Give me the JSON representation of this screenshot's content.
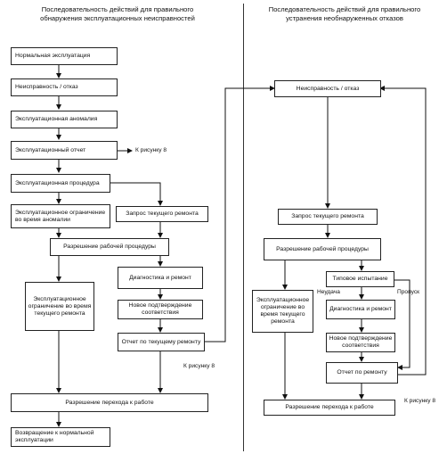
{
  "left": {
    "header": "Последовательность действий для правильного обнаружения эксплуатационных неисправностей",
    "boxes": {
      "normal": "Нормальная эксплуатация",
      "fault": "Неисправность / отказ",
      "anomaly": "Эксплуатационная аномалия",
      "report": "Эксплуатационный отчет",
      "procedure": "Эксплуатационная процедура",
      "restriction": "Эксплуатационное ограничение во время аномалии",
      "repair_request": "Запрос текущего ремонта",
      "permit_procedure": "Разрешение рабочей процедуры",
      "restriction_repair": "Эксплуатационное ограничение во время текущего ремонта",
      "diagnostics": "Диагностика и ремонт",
      "reconfirm": "Новое подтверждение соответствия",
      "repair_report": "Отчет по текущему ремонту",
      "permit_transition": "Разрешение перехода к работе",
      "return_normal": "Возвращение к нормальной эксплуатации"
    },
    "to_figure_8_a": "К рисунку 8",
    "to_figure_8_b": "К рисунку 8"
  },
  "right": {
    "header": "Последовательность действий для правильного устранения необнаруженных отказов",
    "boxes": {
      "fault": "Неисправность / отказ",
      "repair_request": "Запрос текущего ремонта",
      "permit_procedure": "Разрешение рабочей процедуры",
      "type_test": "Типовое испытание",
      "restriction_repair": "Эксплуатационное ограничение во время текущего ремонта",
      "diagnostics": "Диагностика и ремонт",
      "reconfirm": "Новое подтверждение соответствия",
      "repair_report": "Отчет по ремонту",
      "permit_transition": "Разрешение перехода к работе"
    },
    "fail_label": "Неудача",
    "pass_label": "Пропуск",
    "to_figure_8": "К рисунку 8"
  }
}
